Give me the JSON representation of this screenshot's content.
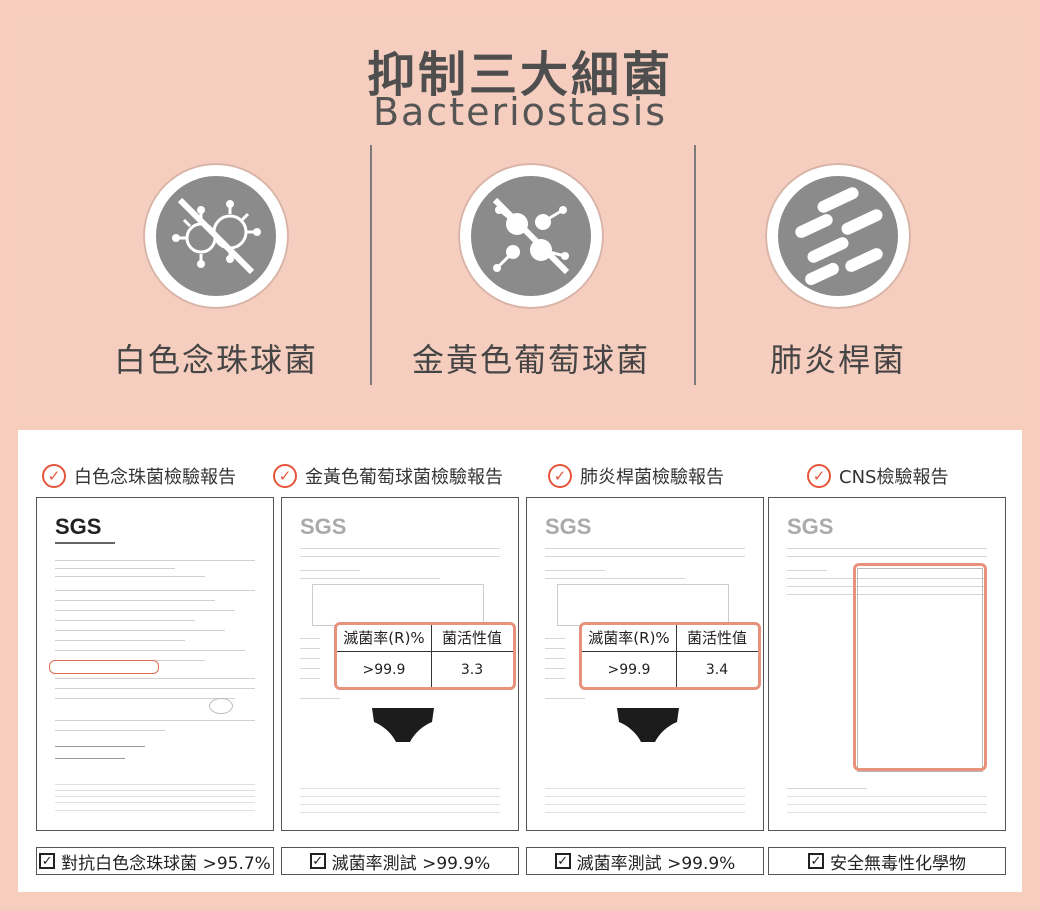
{
  "header": {
    "title_zh": "抑制三大細菌",
    "title_en": "Bacteriostasis"
  },
  "bacteria": [
    {
      "name": "白色念珠球菌",
      "icon": "candida-icon"
    },
    {
      "name": "金黃色葡萄球菌",
      "icon": "staphylococcus-icon"
    },
    {
      "name": "肺炎桿菌",
      "icon": "klebsiella-icon"
    }
  ],
  "reports": [
    {
      "label": "白色念珠菌檢驗報告",
      "logo": "SGS",
      "caption": "對抗白色念珠球菌 >95.7%"
    },
    {
      "label": "金黃色葡萄球菌檢驗報告",
      "logo": "SGS",
      "caption": "滅菌率測試 >99.9%",
      "highlight": {
        "col1": "滅菌率(R)%",
        "col2": "菌活性值",
        "val1": ">99.9",
        "val2": "3.3"
      }
    },
    {
      "label": "肺炎桿菌檢驗報告",
      "logo": "SGS",
      "caption": "滅菌率測試 >99.9%",
      "highlight": {
        "col1": "滅菌率(R)%",
        "col2": "菌活性值",
        "val1": ">99.9",
        "val2": "3.4"
      }
    },
    {
      "label": "CNS檢驗報告",
      "logo": "SGS",
      "caption": "安全無毒性化學物"
    }
  ],
  "colors": {
    "background": "#f7cdbd",
    "check": "#e6553b",
    "highlight_border": "#e8917c",
    "icon_gray": "#8b8b8b"
  }
}
